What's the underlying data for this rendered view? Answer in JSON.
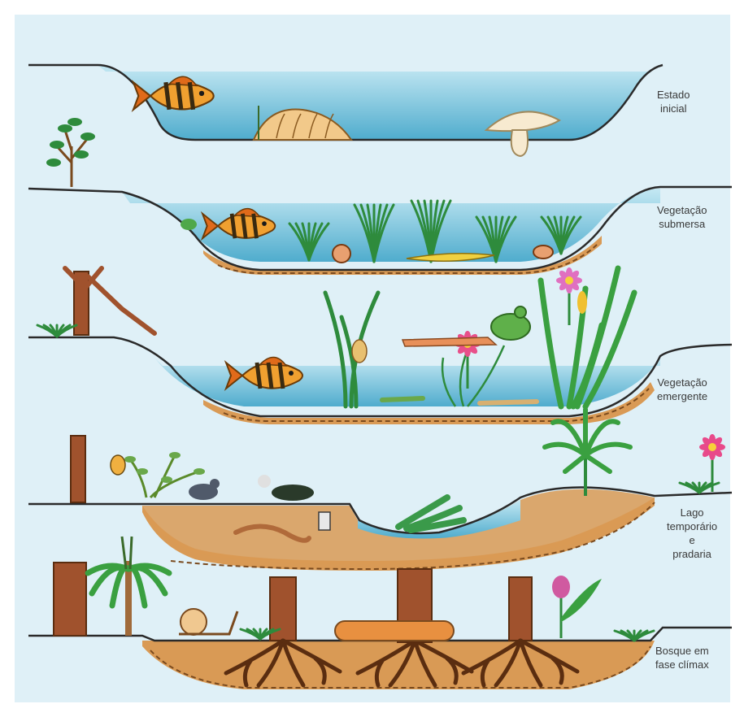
{
  "diagram": {
    "colors": {
      "background": "#dff0f7",
      "water_surface": "#b8e3f0",
      "water_deep": "#5fb6d3",
      "soil": "#d99a55",
      "sediment_line": "#7a4a1e",
      "ground_line": "#2a2a2a",
      "trunk": "#a0522d",
      "plant": "#2e8b3c",
      "fish_body": "#f0a030",
      "fish_stripe": "#3a2a10"
    },
    "stages": [
      {
        "name": "initial-state",
        "label_lines": [
          "Estado",
          "inicial"
        ]
      },
      {
        "name": "submerged-vegetation",
        "label_lines": [
          "Vegetação",
          "submersa"
        ]
      },
      {
        "name": "emergent-vegetation",
        "label_lines": [
          "Vegetação",
          "emergente"
        ]
      },
      {
        "name": "temporary-lake-meadow",
        "label_lines": [
          "Lago",
          "temporário",
          "e",
          "pradaria"
        ]
      },
      {
        "name": "climax-forest",
        "label_lines": [
          "Bosque em",
          "fase clímax"
        ]
      }
    ],
    "icons": [
      "fish-icon",
      "shell-icon",
      "mushroom-icon",
      "tree-icon",
      "grass-icon",
      "frog-icon",
      "lotus-icon",
      "reed-icon",
      "bird-icon",
      "worm-icon",
      "snail-icon",
      "flower-icon",
      "log-icon",
      "root-icon"
    ]
  }
}
